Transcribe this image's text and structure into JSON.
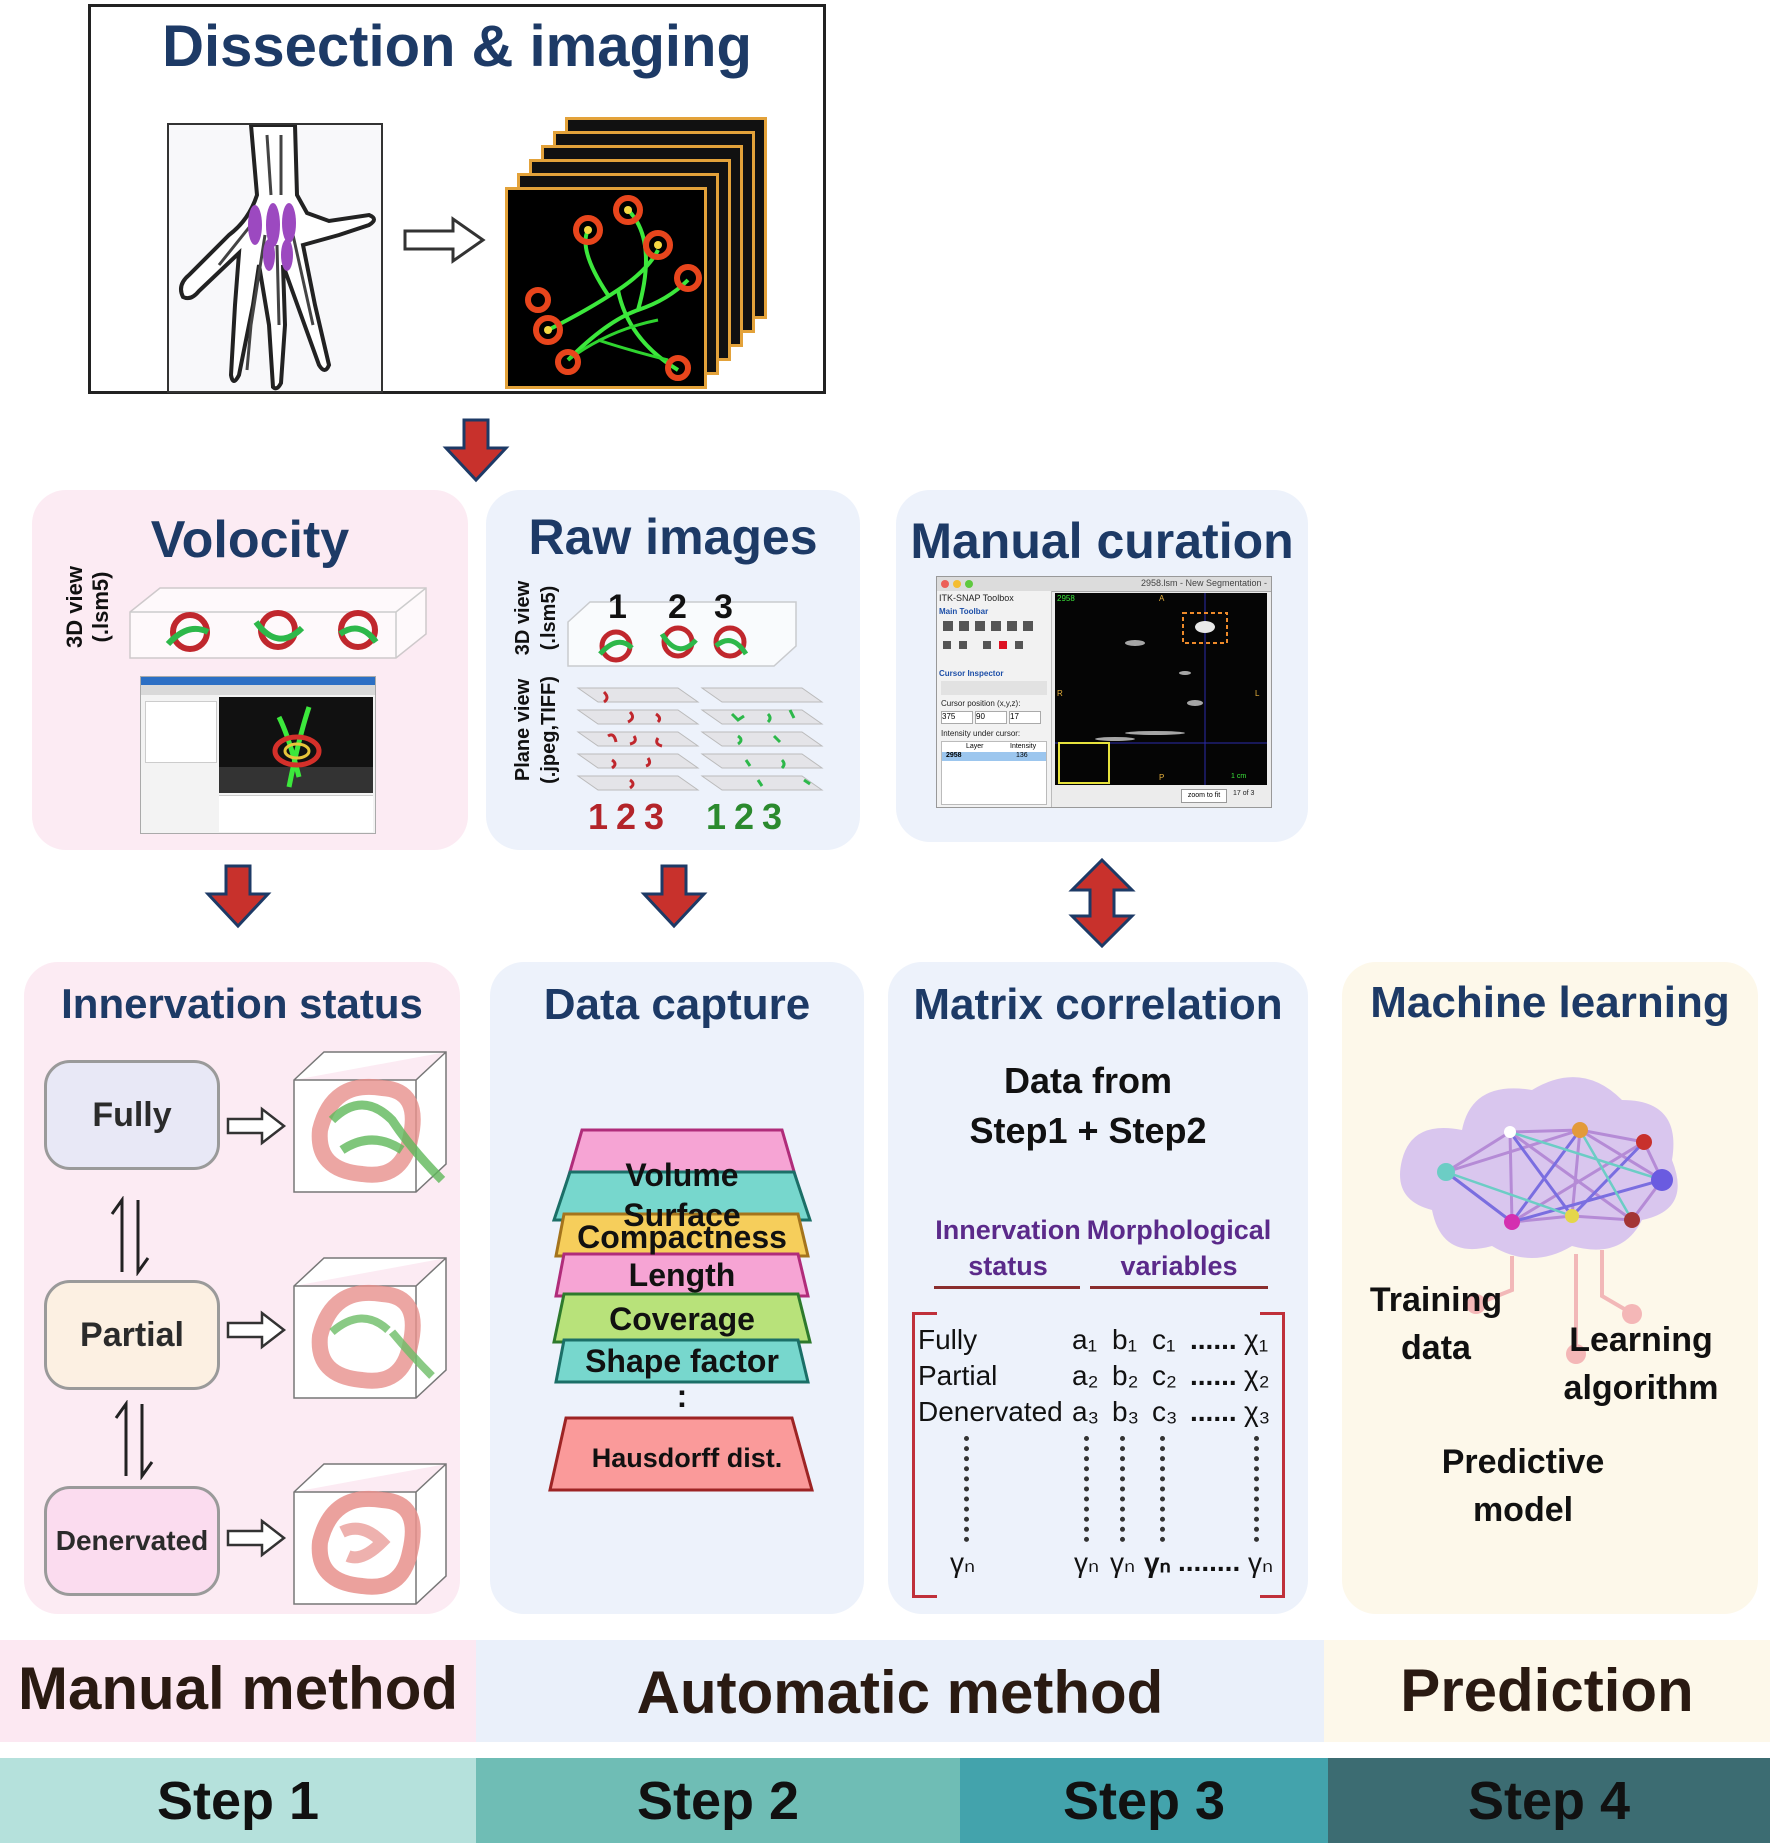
{
  "dissection": {
    "title": "Dissection & imaging"
  },
  "volocity": {
    "title": "Volocity",
    "side_label_1": "3D view",
    "side_label_2": "(.lsm5)"
  },
  "raw_images": {
    "title": "Raw images",
    "side_label_3d_1": "3D view",
    "side_label_3d_2": "(.lsm5)",
    "side_label_plane_1": "Plane view",
    "side_label_plane_2": "(.jpeg,TIFF)",
    "top_numbers": [
      "1",
      "2",
      "3"
    ],
    "bottom_numbers_red": [
      "1",
      "2",
      "3"
    ],
    "bottom_numbers_green": [
      "1",
      "2",
      "3"
    ]
  },
  "manual_curation": {
    "title": "Manual curation",
    "window_title": "2958.lsm - New Segmentation -",
    "toolbox_title": "ITK-SNAP Toolbox",
    "main_toolbar": "Main Toolbar",
    "cursor_inspector": "Cursor Inspector",
    "cursor_position": "Cursor position (x,y,z):",
    "pos_values": [
      "375",
      "90",
      "17"
    ],
    "intensity_label": "Intensity under cursor:",
    "col_layer": "Layer",
    "col_intensity": "Intensity",
    "row_layer": "2958",
    "row_value": "136",
    "zoom_button": "zoom to fit",
    "slice_label": "17 of 3",
    "scale_label": "1 cm",
    "image_tag": "2958",
    "axis_labels": [
      "A",
      "R",
      "L",
      "P"
    ]
  },
  "innervation": {
    "title": "Innervation status",
    "states": [
      "Fully",
      "Partial",
      "Denervated"
    ]
  },
  "data_capture": {
    "title": "Data capture",
    "layers": [
      "Volume",
      "Surface",
      "Compactness",
      "Length",
      "Coverage",
      "Shape factor"
    ],
    "ellipsis": ":",
    "last_layer": "Hausdorff dist."
  },
  "matrix": {
    "title": "Matrix correlation",
    "subtitle_1": "Data from",
    "subtitle_2": "Step1 + Step2",
    "col1_1": "Innervation",
    "col1_2": "status",
    "col2_1": "Morphological",
    "col2_2": "variables",
    "rows": [
      {
        "label": "Fully",
        "vals": [
          "a₁",
          "b₁",
          "c₁",
          "......",
          "χ₁"
        ]
      },
      {
        "label": "Partial",
        "vals": [
          "a₂",
          "b₂",
          "c₂",
          "......",
          "χ₂"
        ]
      },
      {
        "label": "Denervated",
        "vals": [
          "a₃",
          "b₃",
          "c₃",
          "......",
          "χ₃"
        ]
      }
    ],
    "last_label": "γₙ",
    "last_vals": [
      "γₙ",
      "γₙ",
      "γₙ",
      "........",
      "γₙ"
    ]
  },
  "ml": {
    "title": "Machine learning",
    "training_1": "Training",
    "training_2": "data",
    "learning_1": "Learning",
    "learning_2": "algorithm",
    "predictive_1": "Predictive",
    "predictive_2": "model"
  },
  "bands": {
    "manual": "Manual method",
    "automatic": "Automatic method",
    "prediction": "Prediction"
  },
  "steps": [
    "Step 1",
    "Step 2",
    "Step 3",
    "Step 4"
  ],
  "colors": {
    "title_blue": "#1d3a66",
    "arrow_red": "#c8312c",
    "step1": "#b5e1dc",
    "step2": "#6fbdb5",
    "step3": "#43a3ac",
    "step4": "#3c6c72"
  }
}
